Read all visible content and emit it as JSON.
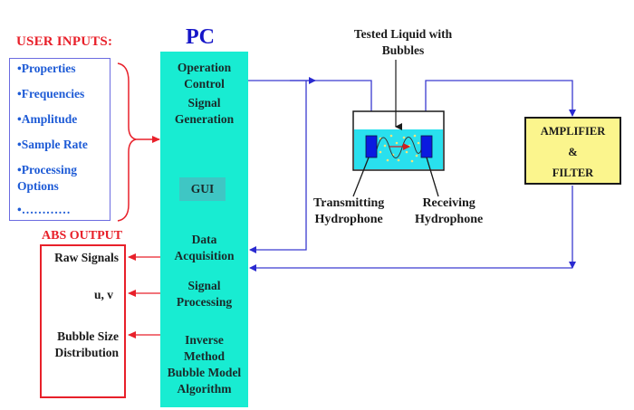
{
  "user_inputs": {
    "title": "USER INPUTS:",
    "items": [
      "•Properties",
      "•Frequencies",
      "•Amplitude",
      "•Sample Rate",
      "•Processing",
      "Options",
      "•…………"
    ]
  },
  "pc": {
    "title": "PC",
    "operation_control": [
      "Operation",
      "Control"
    ],
    "signal_generation": [
      "Signal",
      "Generation"
    ],
    "gui": "GUI",
    "data_acquisition": [
      "Data",
      "Acquisition"
    ],
    "signal_processing": [
      "Signal",
      "Processing"
    ],
    "inverse_method": [
      "Inverse",
      "Method",
      "Bubble Model",
      "Algorithm"
    ]
  },
  "abs_output": {
    "title": "ABS OUTPUT",
    "raw_signals": "Raw Signals",
    "uv": "u, v",
    "bubble_size": [
      "Bubble Size",
      "Distribution"
    ]
  },
  "tank": {
    "label": [
      "Tested Liquid with",
      "Bubbles"
    ],
    "transmitting": [
      "Transmitting",
      "Hydrophone"
    ],
    "receiving": [
      "Receiving",
      "Hydrophone"
    ]
  },
  "amplifier": {
    "line1": "AMPLIFIER",
    "line2": "&",
    "line3": "FILTER"
  },
  "colors": {
    "pc_fill": "#18ecd2",
    "gui_fill": "#3fc6c4",
    "signal_wire": "#2a2ad0",
    "output_arrow": "#e8202a",
    "liquid": "#29e0ee",
    "hydrophone": "#0a1ae0",
    "amplifier_fill": "#fbf58d",
    "bubbles": "#f4e57a"
  }
}
